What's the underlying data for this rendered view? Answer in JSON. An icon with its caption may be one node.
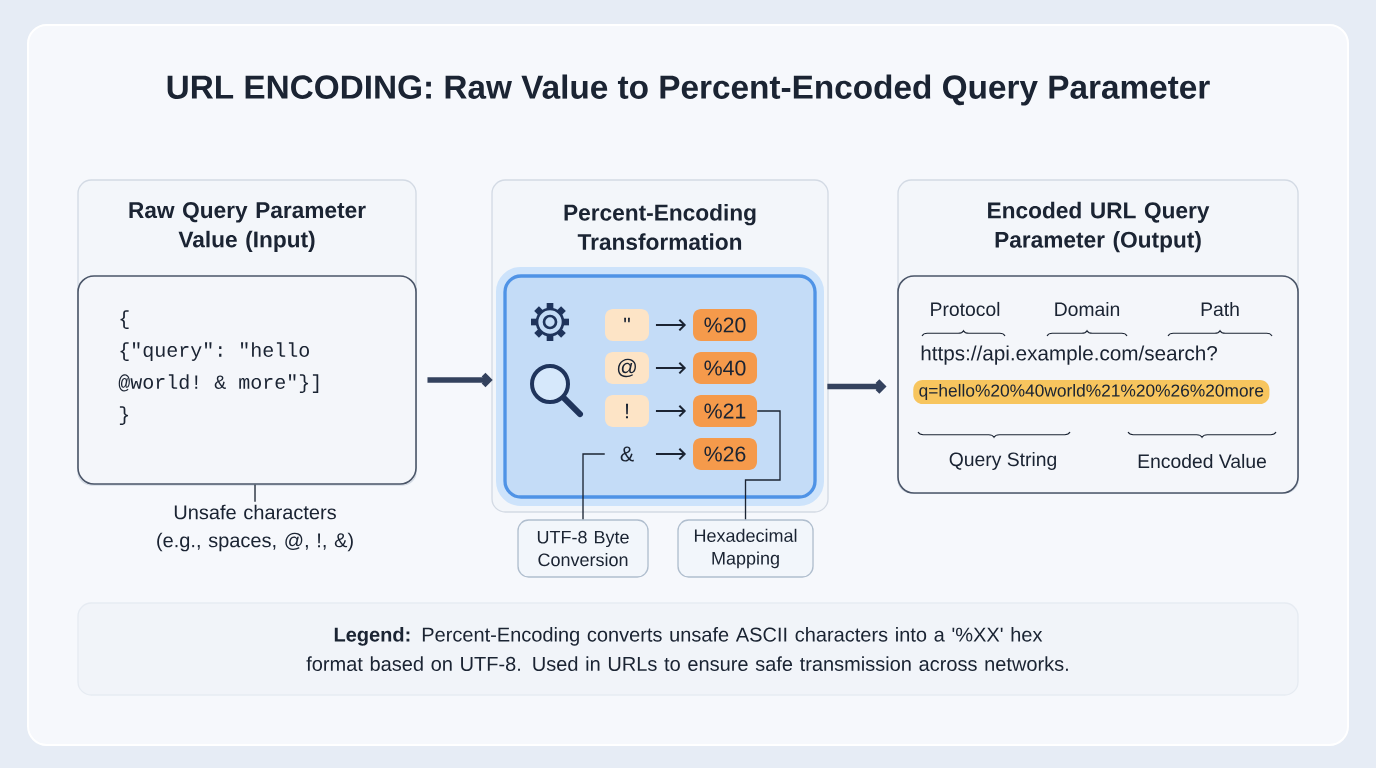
{
  "diagram": {
    "title": "URL ENCODING: Raw Value to Percent-Encoded Query Parameter",
    "nodes": [
      {
        "text": [
          "Raw Query Parameter Value (Input)"
        ]
      },
      {
        "text": [
          "{",
          "{\"query\": \"hello @world! & more\"}]",
          "}"
        ],
        "in": 0
      },
      {
        "text": [
          "Unsafe characters (e.g., spaces, @, !, &)"
        ]
      },
      {
        "text": [
          "Percent-Encoding Transformation"
        ]
      },
      {
        "text": [],
        "shape": "box",
        "in": 3
      },
      {
        "text": [
          "\""
        ],
        "in": 4
      },
      {
        "text": [
          "%20"
        ],
        "in": 4
      },
      {
        "text": [
          "@"
        ],
        "in": 4
      },
      {
        "text": [
          "%40"
        ],
        "in": 4
      },
      {
        "text": [
          "!"
        ],
        "in": 4
      },
      {
        "text": [
          "%21"
        ],
        "in": 4
      },
      {
        "text": [
          "&"
        ],
        "in": 4
      },
      {
        "text": [
          "%26"
        ],
        "in": 4
      },
      {
        "text": [
          "UTF-8 Byte Conversion"
        ]
      },
      {
        "text": [
          "Hexadecimal Mapping"
        ]
      },
      {
        "text": [
          "Encoded URL Query Parameter (Output)"
        ]
      },
      {
        "text": [
          "https://api.example.com/search?",
          "q=hello%20%40world%21%20%26%20more"
        ],
        "in": 15
      },
      {
        "text": [
          "**Legend:** Percent-Encoding converts unsafe ASCII characters into a '%XX' hex format based on UTF-8. Used in URLs to ensure safe transmission across networks."
        ]
      }
    ],
    "edges": [
      {
        "from": 1,
        "to": 4,
        "arrow": "to",
        "style": "thick"
      },
      {
        "from": 4,
        "to": 16,
        "arrow": "to",
        "style": "thick"
      },
      {
        "from": 5,
        "to": 6,
        "arrow": "to"
      },
      {
        "from": 7,
        "to": 8,
        "arrow": "to"
      },
      {
        "from": 9,
        "to": 10,
        "arrow": "to"
      },
      {
        "from": 11,
        "to": 12,
        "arrow": "to"
      },
      {
        "from": 2,
        "to": 1,
        "arrow": "none"
      },
      {
        "from": 13,
        "to": 11,
        "arrow": "none"
      },
      {
        "from": 14,
        "to": 10,
        "arrow": "none"
      }
    ],
    "labels": [
      "Protocol",
      "Domain",
      "Path",
      "Query String",
      "Encoded Value"
    ]
  }
}
